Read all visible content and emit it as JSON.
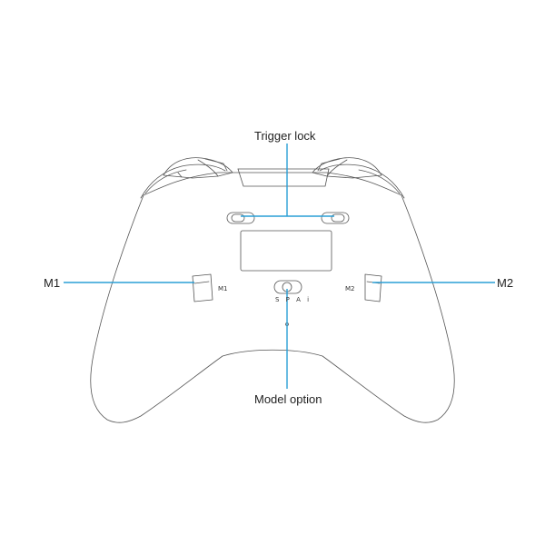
{
  "callouts": {
    "trigger_lock": "Trigger lock",
    "m1": "M1",
    "m2": "M2",
    "model_option": "Model option"
  },
  "markings": {
    "m1": "M1",
    "m2": "M2",
    "mode_switch": "S P A i"
  },
  "colors": {
    "callout_line": "#2a9fd6",
    "outline": "#555555"
  }
}
